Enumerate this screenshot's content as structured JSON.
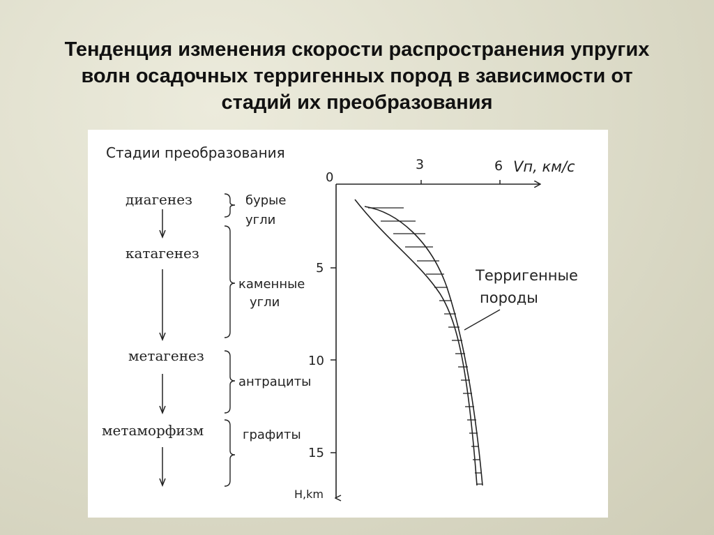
{
  "title": {
    "line1": "Тенденция изменения скорости распространения упругих",
    "line2": "волн осадочных терригенных пород в зависимости от",
    "line3": "стадий их преобразования"
  },
  "diagram": {
    "header": "Стадии преобразования",
    "stages": [
      "диагенез",
      "катагенез",
      "метагенез",
      "метаморфизм"
    ],
    "coal_types": [
      {
        "line1": "бурые",
        "line2": "угли"
      },
      {
        "line1": "каменные",
        "line2": "угли"
      },
      {
        "line1": "антрациты",
        "line2": ""
      },
      {
        "line1": "графиты",
        "line2": ""
      }
    ],
    "x_axis": {
      "label": "Vп, км/с",
      "origin": "0",
      "ticks": [
        "3",
        "6"
      ]
    },
    "y_axis": {
      "label": "H,km",
      "ticks": [
        "5",
        "10",
        "15"
      ]
    },
    "curve_label": {
      "line1": "Терригенные",
      "line2": "породы"
    }
  }
}
